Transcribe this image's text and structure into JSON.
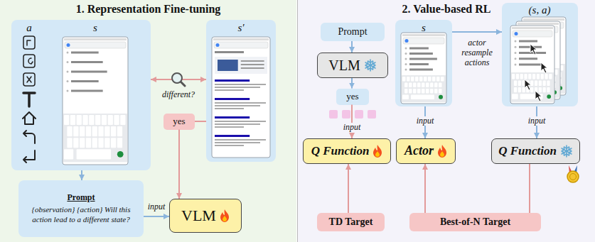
{
  "diagram": {
    "nodes": [
      {
        "text": [
          "1. Representation Fine-tuning"
        ]
      },
      {
        "text": [
          "2. Value-based RL"
        ]
      },
      {
        "text": [
          "a",
          "s"
        ],
        "in": 0
      },
      {
        "text": [
          "s′"
        ],
        "in": 0
      },
      {
        "text": [
          "yes"
        ],
        "in": 0
      },
      {
        "text": [
          "Prompt",
          "{observation} {action} Will this action lead to a different state?"
        ],
        "in": 0
      },
      {
        "text": [
          "VLM"
        ],
        "in": 0
      },
      {
        "text": [
          "Prompt"
        ],
        "in": 1
      },
      {
        "text": [
          "VLM"
        ],
        "in": 1
      },
      {
        "text": [
          "yes"
        ],
        "in": 1
      },
      {
        "text": [
          "Q Function"
        ],
        "in": 1
      },
      {
        "text": [
          "TD Target"
        ],
        "in": 1
      },
      {
        "text": [
          "s"
        ],
        "in": 1
      },
      {
        "text": [
          "Actor"
        ],
        "in": 1
      },
      {
        "text": [
          "(s, a)"
        ],
        "in": 1
      },
      {
        "text": [
          "Q Function"
        ],
        "in": 1
      },
      {
        "text": [
          "Best-of-N Target"
        ],
        "in": 1
      }
    ],
    "edges": [
      {
        "from": 2,
        "to": 3,
        "arrow": "both",
        "label": "different?"
      },
      {
        "from": 3,
        "to": 4,
        "arrow": "none"
      },
      {
        "from": 4,
        "to": 6,
        "arrow": "to"
      },
      {
        "from": 2,
        "to": 5,
        "arrow": "to"
      },
      {
        "from": 5,
        "to": 6,
        "arrow": "to",
        "label": "input"
      },
      {
        "from": 7,
        "to": 8,
        "arrow": "to"
      },
      {
        "from": 8,
        "to": 9,
        "arrow": "to"
      },
      {
        "from": 9,
        "to": 10,
        "arrow": "to",
        "label": "input"
      },
      {
        "from": 11,
        "to": 10,
        "arrow": "to"
      },
      {
        "from": 12,
        "to": 13,
        "arrow": "to",
        "label": "input"
      },
      {
        "from": 12,
        "to": 14,
        "arrow": "to",
        "label": "actor resample actions"
      },
      {
        "from": 14,
        "to": 15,
        "arrow": "to",
        "label": "input"
      },
      {
        "from": 15,
        "to": 16,
        "arrow": "none"
      },
      {
        "from": 16,
        "to": 13,
        "arrow": "to"
      }
    ]
  }
}
